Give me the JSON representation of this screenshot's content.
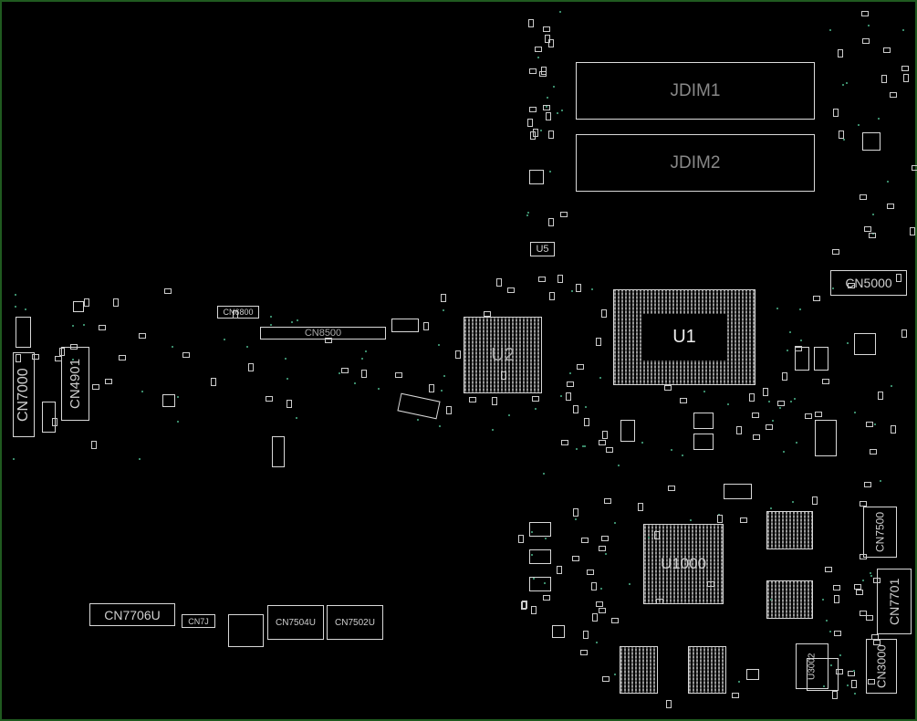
{
  "components": {
    "jdim1": "JDIM1",
    "jdim2": "JDIM2",
    "u5": "U5",
    "cn5000": "CN5000",
    "u1": "U1",
    "u2": "U2",
    "cn6800": "CN6800",
    "cn8500": "CN8500",
    "cn4901": "CN4901",
    "cn7000": "CN7000",
    "u1000": "U1000",
    "cn7500": "CN7500",
    "cn7701": "CN7701",
    "cn3000": "CN3000",
    "u3002": "U3002",
    "cn7706u": "CN7706U",
    "cn7j": "CN7J",
    "cn7504u": "CN7504U",
    "cn7502u": "CN7502U"
  },
  "colors": {
    "background": "#000000",
    "outline": "#d8d8d8",
    "frame": "#1f5a1f"
  }
}
